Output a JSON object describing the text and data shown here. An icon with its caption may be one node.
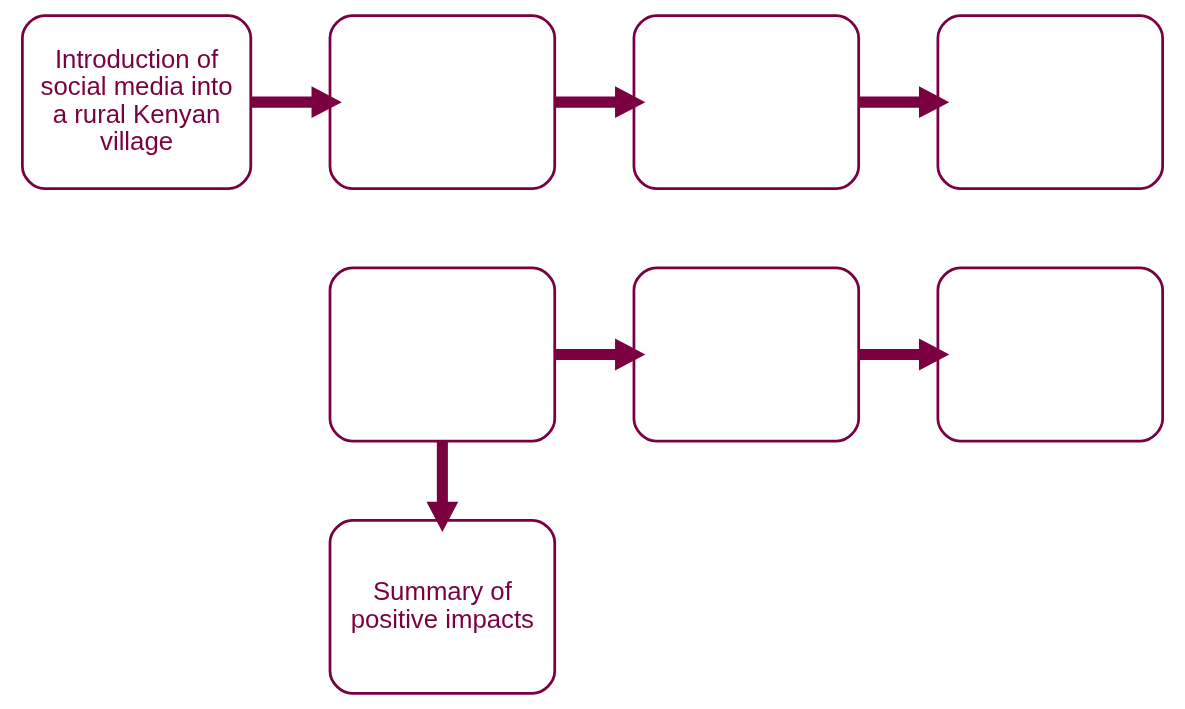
{
  "diagram": {
    "nodes": [
      {
        "text": [
          "Introduction of social media into a rural Kenyan village"
        ]
      },
      {
        "text": [],
        "shape": "box"
      },
      {
        "text": [],
        "shape": "box"
      },
      {
        "text": [],
        "shape": "box"
      },
      {
        "text": [],
        "shape": "box"
      },
      {
        "text": [],
        "shape": "box"
      },
      {
        "text": [],
        "shape": "box"
      },
      {
        "text": [
          "Summary of positive impacts"
        ]
      }
    ],
    "edges": [
      {
        "from": 0,
        "to": 1,
        "arrow": "to"
      },
      {
        "from": 1,
        "to": 2,
        "arrow": "to"
      },
      {
        "from": 2,
        "to": 3,
        "arrow": "to"
      },
      {
        "from": 4,
        "to": 5,
        "arrow": "to"
      },
      {
        "from": 5,
        "to": 6,
        "arrow": "to"
      },
      {
        "from": 4,
        "to": 7,
        "arrow": "to"
      }
    ]
  }
}
